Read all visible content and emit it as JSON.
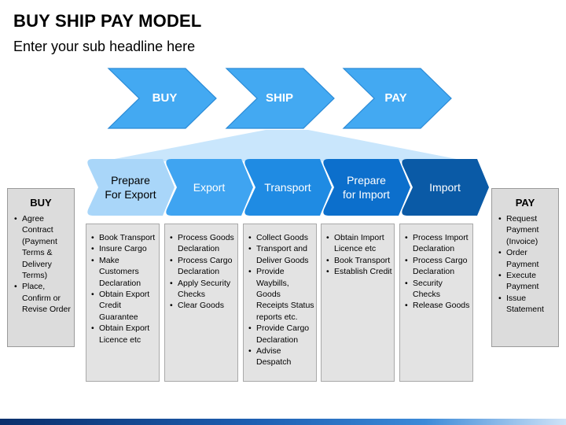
{
  "title": "BUY SHIP PAY MODEL",
  "subtitle": "Enter your sub headline here",
  "top_steps": [
    "BUY",
    "SHIP",
    "PAY"
  ],
  "ship_steps": [
    {
      "line1": "Prepare",
      "line2": "For Export",
      "color": "#a9d6f9",
      "text_color": "#000000"
    },
    {
      "line1": "Export",
      "line2": "",
      "color": "#3fa4f1",
      "text_color": "#ffffff"
    },
    {
      "line1": "Transport",
      "line2": "",
      "color": "#1f8be3",
      "text_color": "#ffffff"
    },
    {
      "line1": "Prepare",
      "line2": "for Import",
      "color": "#0c6fcc",
      "text_color": "#ffffff"
    },
    {
      "line1": "Import",
      "line2": "",
      "color": "#0a5aa6",
      "text_color": "#ffffff"
    }
  ],
  "colors": {
    "top_chevron": "#43a9f2",
    "top_chevron_border": "#2a8ad6",
    "fan": "#bfe2fb",
    "box_fill": "#e3e3e3",
    "box_border": "#a9a9a9"
  },
  "buy": {
    "title": "BUY",
    "items": [
      "Agree Contract (Payment Terms & Delivery Terms)",
      "Place, Confirm or Revise Order"
    ]
  },
  "pay": {
    "title": "PAY",
    "items": [
      "Request Payment (Invoice)",
      "Order Payment",
      "Execute Payment",
      "Issue Statement"
    ]
  },
  "details": [
    [
      "Book Transport",
      "Insure Cargo",
      "Make Customers Declaration",
      "Obtain Export Credit Guarantee",
      "Obtain Export Licence etc"
    ],
    [
      "Process Goods Declaration",
      "Process Cargo Declaration",
      "Apply Security Checks",
      "Clear Goods"
    ],
    [
      "Collect Goods",
      "Transport and Deliver Goods",
      "Provide Waybills, Goods Receipts Status reports etc.",
      "Provide Cargo Declaration",
      "Advise Despatch"
    ],
    [
      "Obtain Import Licence etc",
      "Book Transport",
      "Establish Credit"
    ],
    [
      "Process Import Declaration",
      "Process Cargo Declaration",
      "Security Checks",
      "Release Goods"
    ]
  ]
}
